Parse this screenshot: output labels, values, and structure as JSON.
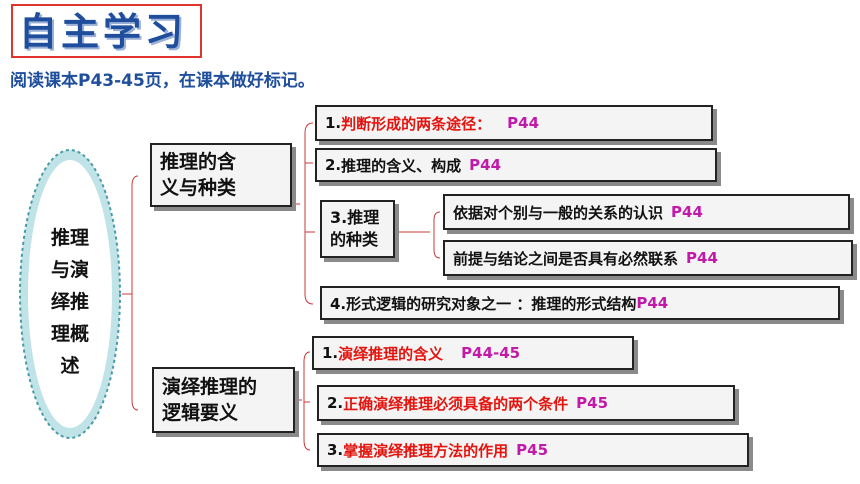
{
  "title": "自主学习",
  "instruction": "阅读课本P43-45页，在课本做好标记。",
  "oval": {
    "lines": [
      "推理",
      "与演",
      "绎推",
      "理概",
      "述"
    ]
  },
  "branch1": {
    "lines": [
      "推理的含",
      "义与种类"
    ],
    "item1": {
      "num": "1.",
      "text": "判断形成的两条途径：",
      "page": "P44"
    },
    "item2": {
      "num": "2.",
      "text": "推理的含义、构成",
      "page": "P44"
    },
    "item3": {
      "lines": [
        "3.推理",
        "的种类"
      ]
    },
    "sub1": {
      "text": "依据对个别与一般的关系的认识",
      "page": "P44"
    },
    "sub2": {
      "text": "前提与结论之间是否具有必然联系",
      "page": "P44"
    },
    "item4": {
      "text": "4.形式逻辑的研究对象之一 ：推理的形式结构",
      "page": "P44"
    }
  },
  "branch2": {
    "lines": [
      "演绎推理的",
      "逻辑要义"
    ],
    "item1": {
      "num": "1.",
      "text": "演绎推理的含义",
      "page": "P44-45"
    },
    "item2": {
      "num": "2.",
      "text": "正确演绎推理必须具备的两个条件",
      "page": "P45"
    },
    "item3": {
      "num": "3.",
      "text": "掌握演绎推理方法的作用",
      "page": "P45"
    }
  },
  "colors": {
    "title": "#1f4e9c",
    "title_border": "#e0342c",
    "highlight_red": "#e4140f",
    "page_magenta": "#c11aa8",
    "oval_fill": "#bfe3e6",
    "connector": "#c83a3a"
  }
}
